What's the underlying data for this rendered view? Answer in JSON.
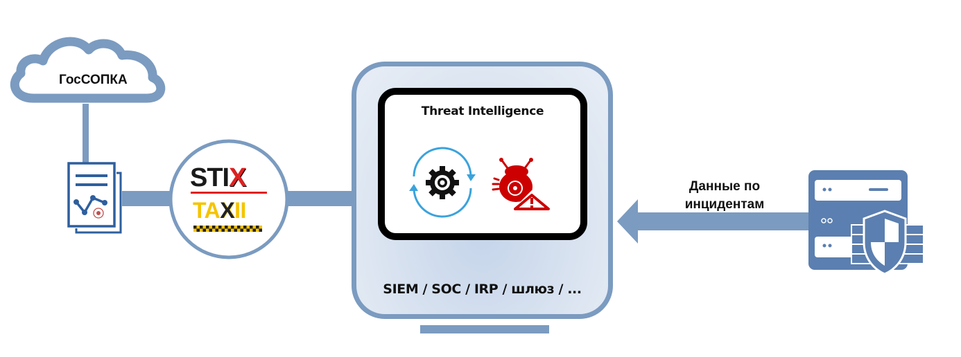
{
  "diagram": {
    "title": "Threat Intelligence data flow",
    "colors": {
      "connector": "#7b9bc0",
      "server": "#5b7fb0",
      "gear_cycle": "#3aa3dc",
      "threat": "#cc0000",
      "stix_underline": "#e02020",
      "taxii_yellow": "#f5c400",
      "panel_fill": "#d6e1ef"
    },
    "source": {
      "cloud_label": "ГосСОПКА",
      "cloud_icon": "cloud-icon",
      "report_icon": "threat-report-document-icon"
    },
    "protocol": {
      "stix": {
        "prefix": "STI",
        "accent": "X"
      },
      "taxii": {
        "prefix": "TA",
        "accent": "X",
        "suffix": "II"
      }
    },
    "platform": {
      "module_title": "Threat Intelligence",
      "module_icons": [
        "gear-cycle-icon",
        "biohazard-bug-warning-icon"
      ],
      "label": "SIEM / SOC / IRP / шлюз / ..."
    },
    "incidents": {
      "label_line1": "Данные по",
      "label_line2": "инцидентам",
      "icon": "server-shield-icon"
    }
  }
}
